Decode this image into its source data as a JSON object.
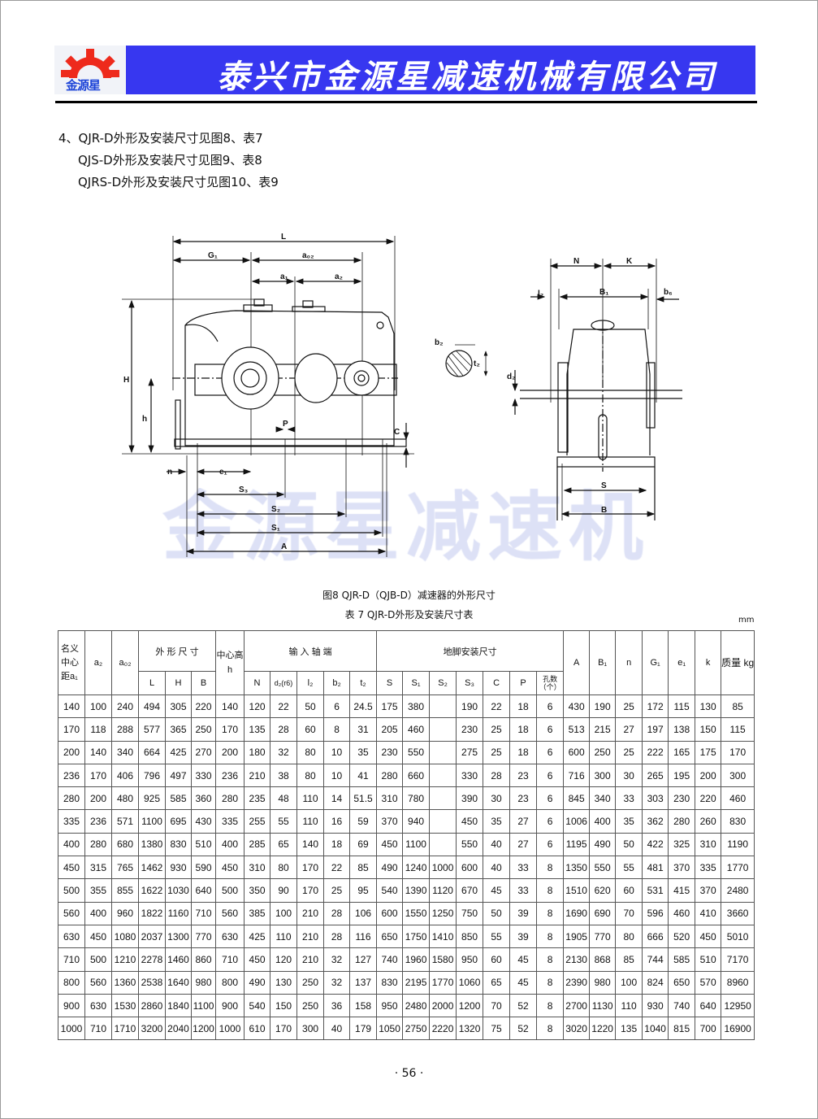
{
  "header": {
    "company": "泰兴市金源星减速机械有限公司",
    "logo_text": "金源星",
    "logo_gear_color": "#ee2a1c",
    "band_color": "#3737f0"
  },
  "intro": [
    "4、QJR-D外形及安装尺寸见图8、表7",
    "QJS-D外形及安装尺寸见图9、表8",
    "QJRS-D外形及安装尺寸见图10、表9"
  ],
  "watermark": "金源星减速机",
  "figure": {
    "labels": {
      "L": "L",
      "G1": "G₁",
      "a02": "a₀₂",
      "a1": "a₁",
      "a2": "a₂",
      "H": "H",
      "h": "h",
      "P": "P",
      "C": "C",
      "n": "n",
      "e1": "e₁",
      "S3": "S₃",
      "S2": "S₂",
      "S1": "S₁",
      "A": "A",
      "N": "N",
      "K": "K",
      "B1": "B₁",
      "l2": "l₂",
      "b6": "b₆",
      "b2": "b₂",
      "t2": "t₂",
      "d2": "d₂",
      "S": "S",
      "B": "B"
    },
    "caption": "图8 QJR-D（QJB-D）减速器的外形尺寸"
  },
  "table": {
    "title": "表 7  QJR-D外形及安装尺寸表",
    "unit": "mm",
    "headers": {
      "a1": "名义中心距a₁",
      "a2": "a₂",
      "a02": "a₀₂",
      "outline": "外 形 尺 寸",
      "L": "L",
      "H": "H",
      "B": "B",
      "center_height": "中心高 h",
      "input_shaft": "输 入 轴 端",
      "N": "N",
      "d2": "d₂(r6)",
      "l2": "l₂",
      "b2": "b₂",
      "t2": "t₂",
      "foot": "地脚安装尺寸",
      "S": "S",
      "S1": "S₁",
      "S2": "S₂",
      "S3": "S₃",
      "C": "C",
      "P": "P",
      "holes": "孔数（个）",
      "A": "A",
      "B1": "B₁",
      "n": "n",
      "G1": "G₁",
      "e1": "e₁",
      "k": "k",
      "mass": "质量 kg"
    },
    "rows": [
      [
        "140",
        "100",
        "240",
        "494",
        "305",
        "220",
        "140",
        "120",
        "22",
        "50",
        "6",
        "24.5",
        "175",
        "380",
        "",
        "190",
        "22",
        "18",
        "6",
        "430",
        "190",
        "25",
        "172",
        "115",
        "130",
        "85"
      ],
      [
        "170",
        "118",
        "288",
        "577",
        "365",
        "250",
        "170",
        "135",
        "28",
        "60",
        "8",
        "31",
        "205",
        "460",
        "",
        "230",
        "25",
        "18",
        "6",
        "513",
        "215",
        "27",
        "197",
        "138",
        "150",
        "115"
      ],
      [
        "200",
        "140",
        "340",
        "664",
        "425",
        "270",
        "200",
        "180",
        "32",
        "80",
        "10",
        "35",
        "230",
        "550",
        "",
        "275",
        "25",
        "18",
        "6",
        "600",
        "250",
        "25",
        "222",
        "165",
        "175",
        "170"
      ],
      [
        "236",
        "170",
        "406",
        "796",
        "497",
        "330",
        "236",
        "210",
        "38",
        "80",
        "10",
        "41",
        "280",
        "660",
        "",
        "330",
        "28",
        "23",
        "6",
        "716",
        "300",
        "30",
        "265",
        "195",
        "200",
        "300"
      ],
      [
        "280",
        "200",
        "480",
        "925",
        "585",
        "360",
        "280",
        "235",
        "48",
        "110",
        "14",
        "51.5",
        "310",
        "780",
        "",
        "390",
        "30",
        "23",
        "6",
        "845",
        "340",
        "33",
        "303",
        "230",
        "220",
        "460"
      ],
      [
        "335",
        "236",
        "571",
        "1100",
        "695",
        "430",
        "335",
        "255",
        "55",
        "110",
        "16",
        "59",
        "370",
        "940",
        "",
        "450",
        "35",
        "27",
        "6",
        "1006",
        "400",
        "35",
        "362",
        "280",
        "260",
        "830"
      ],
      [
        "400",
        "280",
        "680",
        "1380",
        "830",
        "510",
        "400",
        "285",
        "65",
        "140",
        "18",
        "69",
        "450",
        "1100",
        "",
        "550",
        "40",
        "27",
        "6",
        "1195",
        "490",
        "50",
        "422",
        "325",
        "310",
        "1190"
      ],
      [
        "450",
        "315",
        "765",
        "1462",
        "930",
        "590",
        "450",
        "310",
        "80",
        "170",
        "22",
        "85",
        "490",
        "1240",
        "1000",
        "600",
        "40",
        "33",
        "8",
        "1350",
        "550",
        "55",
        "481",
        "370",
        "335",
        "1770"
      ],
      [
        "500",
        "355",
        "855",
        "1622",
        "1030",
        "640",
        "500",
        "350",
        "90",
        "170",
        "25",
        "95",
        "540",
        "1390",
        "1120",
        "670",
        "45",
        "33",
        "8",
        "1510",
        "620",
        "60",
        "531",
        "415",
        "370",
        "2480"
      ],
      [
        "560",
        "400",
        "960",
        "1822",
        "1160",
        "710",
        "560",
        "385",
        "100",
        "210",
        "28",
        "106",
        "600",
        "1550",
        "1250",
        "750",
        "50",
        "39",
        "8",
        "1690",
        "690",
        "70",
        "596",
        "460",
        "410",
        "3660"
      ],
      [
        "630",
        "450",
        "1080",
        "2037",
        "1300",
        "770",
        "630",
        "425",
        "110",
        "210",
        "28",
        "116",
        "650",
        "1750",
        "1410",
        "850",
        "55",
        "39",
        "8",
        "1905",
        "770",
        "80",
        "666",
        "520",
        "450",
        "5010"
      ],
      [
        "710",
        "500",
        "1210",
        "2278",
        "1460",
        "860",
        "710",
        "450",
        "120",
        "210",
        "32",
        "127",
        "740",
        "1960",
        "1580",
        "950",
        "60",
        "45",
        "8",
        "2130",
        "868",
        "85",
        "744",
        "585",
        "510",
        "7170"
      ],
      [
        "800",
        "560",
        "1360",
        "2538",
        "1640",
        "980",
        "800",
        "490",
        "130",
        "250",
        "32",
        "137",
        "830",
        "2195",
        "1770",
        "1060",
        "65",
        "45",
        "8",
        "2390",
        "980",
        "100",
        "824",
        "650",
        "570",
        "8960"
      ],
      [
        "900",
        "630",
        "1530",
        "2860",
        "1840",
        "1100",
        "900",
        "540",
        "150",
        "250",
        "36",
        "158",
        "950",
        "2480",
        "2000",
        "1200",
        "70",
        "52",
        "8",
        "2700",
        "1130",
        "110",
        "930",
        "740",
        "640",
        "12950"
      ],
      [
        "1000",
        "710",
        "1710",
        "3200",
        "2040",
        "1200",
        "1000",
        "610",
        "170",
        "300",
        "40",
        "179",
        "1050",
        "2750",
        "2220",
        "1320",
        "75",
        "52",
        "8",
        "3020",
        "1220",
        "135",
        "1040",
        "815",
        "700",
        "16900"
      ]
    ]
  },
  "page_number": "· 56 ·"
}
